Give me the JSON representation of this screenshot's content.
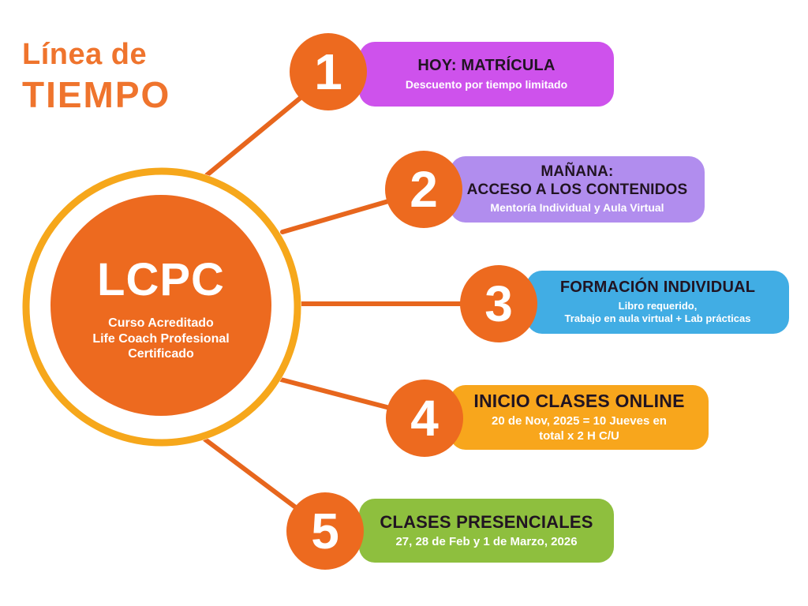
{
  "title": {
    "line1": "Línea de",
    "line2": "TIEMPO"
  },
  "center": {
    "acronym": "LCPC",
    "subtitle_lines": [
      "Curso Acreditado",
      "Life Coach Profesional",
      "Certificado"
    ]
  },
  "colors": {
    "title_orange": "#EF742D",
    "hub_orange": "#ED6A1F",
    "ring_yellow": "#F6A71B",
    "connector_orange": "#E7661D",
    "number_circle_orange": "#ED6A1F",
    "badge_title_dark": "#211422",
    "badge_subtitle_white": "#FFFFFF",
    "background": "#FFFFFF"
  },
  "timeline": {
    "items": [
      {
        "number": "1",
        "color": "#CE52EC",
        "title_lines": [
          "HOY: MATRÍCULA"
        ],
        "subtitle_lines": [
          "Descuento por tiempo limitado"
        ]
      },
      {
        "number": "2",
        "color": "#B18DEE",
        "title_lines": [
          "MAÑANA:",
          "ACCESO A LOS CONTENIDOS"
        ],
        "subtitle_lines": [
          "Mentoría Individual y Aula Virtual"
        ]
      },
      {
        "number": "3",
        "color": "#41ADE4",
        "title_lines": [
          "FORMACIÓN INDIVIDUAL"
        ],
        "subtitle_lines": [
          "Libro requerido,",
          "Trabajo en aula virtual + Lab prácticas"
        ]
      },
      {
        "number": "4",
        "color": "#F8A61C",
        "title_lines": [
          "INICIO CLASES ONLINE"
        ],
        "subtitle_lines": [
          "20 de Nov, 2025 = 10 Jueves en",
          "total x 2 H C/U"
        ]
      },
      {
        "number": "5",
        "color": "#8EBF3E",
        "title_lines": [
          "CLASES PRESENCIALES"
        ],
        "subtitle_lines": [
          "27, 28 de Feb y 1 de Marzo, 2026"
        ]
      }
    ]
  }
}
